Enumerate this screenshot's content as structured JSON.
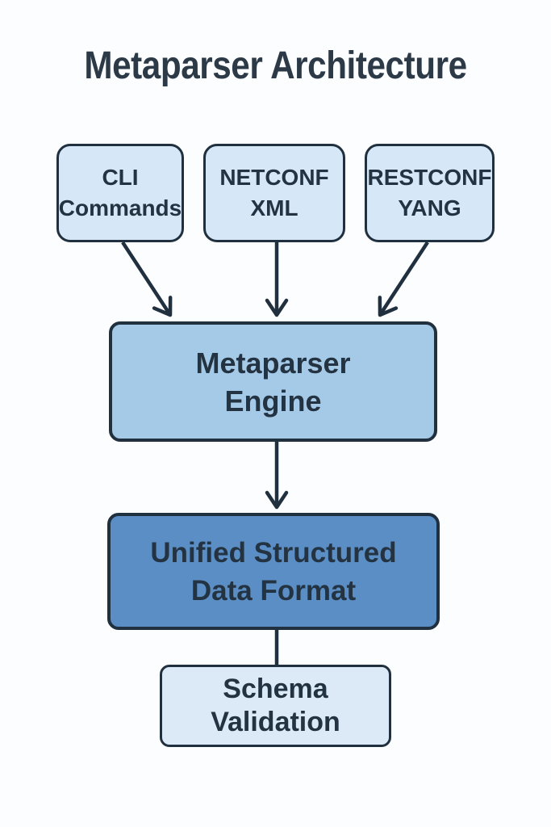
{
  "title": "Metaparser Architecture",
  "nodes": {
    "cli": {
      "line1": "CLI",
      "line2": "Commands"
    },
    "netconf": {
      "line1": "NETCONF",
      "line2": "XML"
    },
    "restconf": {
      "line1": "RESTCONF",
      "line2": "YANG"
    },
    "engine": {
      "line1": "Metaparser",
      "line2": "Engine"
    },
    "unified": {
      "line1": "Unified Structured",
      "line2": "Data Format"
    },
    "schema": {
      "line1": "Schema",
      "line2": "Validation"
    }
  },
  "edges": [
    {
      "from": "CLI Commands",
      "to": "Metaparser Engine",
      "style": "arrow"
    },
    {
      "from": "NETCONF XML",
      "to": "Metaparser Engine",
      "style": "arrow"
    },
    {
      "from": "RESTCONF YANG",
      "to": "Metaparser Engine",
      "style": "arrow"
    },
    {
      "from": "Metaparser Engine",
      "to": "Unified Structured Data Format",
      "style": "arrow"
    },
    {
      "from": "Unified Structured Data Format",
      "to": "Schema Validation",
      "style": "line"
    }
  ],
  "colors": {
    "background": "#fcfdfe",
    "border": "#20303f",
    "text": "#243342",
    "title-text": "#2c3a48",
    "input-fill": "#d6e8f7",
    "engine-fill": "#a5cae7",
    "unified-fill": "#5a8ec4",
    "schema-fill": "#dceaf8",
    "connector": "#20303f"
  }
}
